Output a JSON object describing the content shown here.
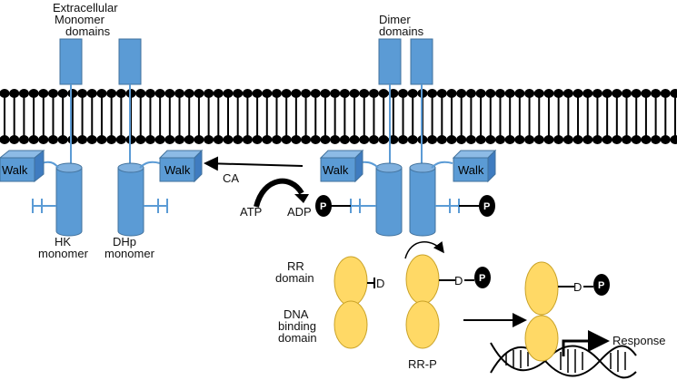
{
  "labels": {
    "extracellular": "Extracellular",
    "monomer": "Monomer",
    "monomer_domains": "domains",
    "dimer": "Dimer",
    "dimer_domains": "domains",
    "hk_line1": "HK",
    "hk_line2": "monomer",
    "dhp_line1": "DHp",
    "dhp_line2": "monomer",
    "ca": "CA",
    "atp": "ATP",
    "adp": "ADP",
    "rr_line1": "RR",
    "rr_line2": "domain",
    "dna_line1": "DNA",
    "dna_line2": "binding",
    "dna_line3": "domain",
    "rrp": "RR-P",
    "response": "Response"
  },
  "walk_label": "Walk",
  "phospho_label": "P",
  "aspartate_label": "D",
  "colors": {
    "domain_blue": "#5b9bd5",
    "domain_blue_dark": "#41719c",
    "walk_side": "#3f7cc0",
    "rr_yellow": "#ffd966",
    "rr_outline": "#c9a227",
    "membrane": "#000000"
  }
}
